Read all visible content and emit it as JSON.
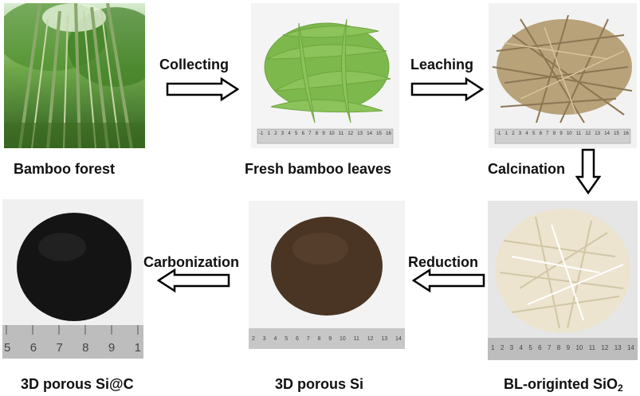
{
  "stages": {
    "bamboo_forest": "Bamboo forest",
    "fresh_leaves": "Fresh bamboo leaves",
    "bl_sio2": "BL-originted SiO",
    "bl_sio2_sub": "2",
    "porous_si": "3D porous Si",
    "porous_sic": "3D porous Si@C"
  },
  "processes": {
    "collecting": "Collecting",
    "leaching": "Leaching",
    "calcination": "Calcination",
    "reduction": "Reduction",
    "carbonization": "Carbonization"
  },
  "rulers": {
    "fresh": [
      "-1",
      "1",
      "2",
      "3",
      "4",
      "5",
      "6",
      "7",
      "8",
      "9",
      "10",
      "11",
      "12",
      "13",
      "14",
      "15",
      "16"
    ],
    "leached": [
      "-1",
      "1",
      "2",
      "3",
      "4",
      "5",
      "6",
      "7",
      "8",
      "9",
      "10",
      "11",
      "12",
      "13",
      "14",
      "15",
      "16"
    ],
    "sio2": [
      "1",
      "2",
      "3",
      "4",
      "5",
      "6",
      "7",
      "8",
      "9",
      "10",
      "11",
      "12",
      "13",
      "14"
    ],
    "si": [
      "2",
      "3",
      "4",
      "5",
      "6",
      "7",
      "8",
      "9",
      "10",
      "11",
      "12",
      "13",
      "14"
    ],
    "sic": [
      "5",
      "6",
      "7",
      "8",
      "9",
      "1"
    ]
  },
  "colors": {
    "forest": "#4f8a2e",
    "leaves": "#8fc25a",
    "leached": "#b49a68",
    "sio2": "#ece4cf",
    "si": "#4a3524",
    "sic": "#141414"
  }
}
